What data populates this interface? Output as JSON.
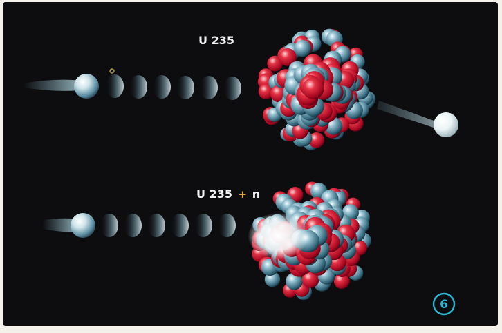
{
  "top_label": "U 235",
  "bottom_label_main": "U 235",
  "bottom_label_plus": "+",
  "bottom_label_n": "n",
  "figure_number": "6",
  "colors": {
    "background": "#0d0d10",
    "border": "#f4f1ea",
    "proton_red": "#c4122c",
    "neutron_blue": "#3d6f86",
    "highlight_white": "#eef6f8",
    "accent_cyan": "#2ab7d6"
  }
}
